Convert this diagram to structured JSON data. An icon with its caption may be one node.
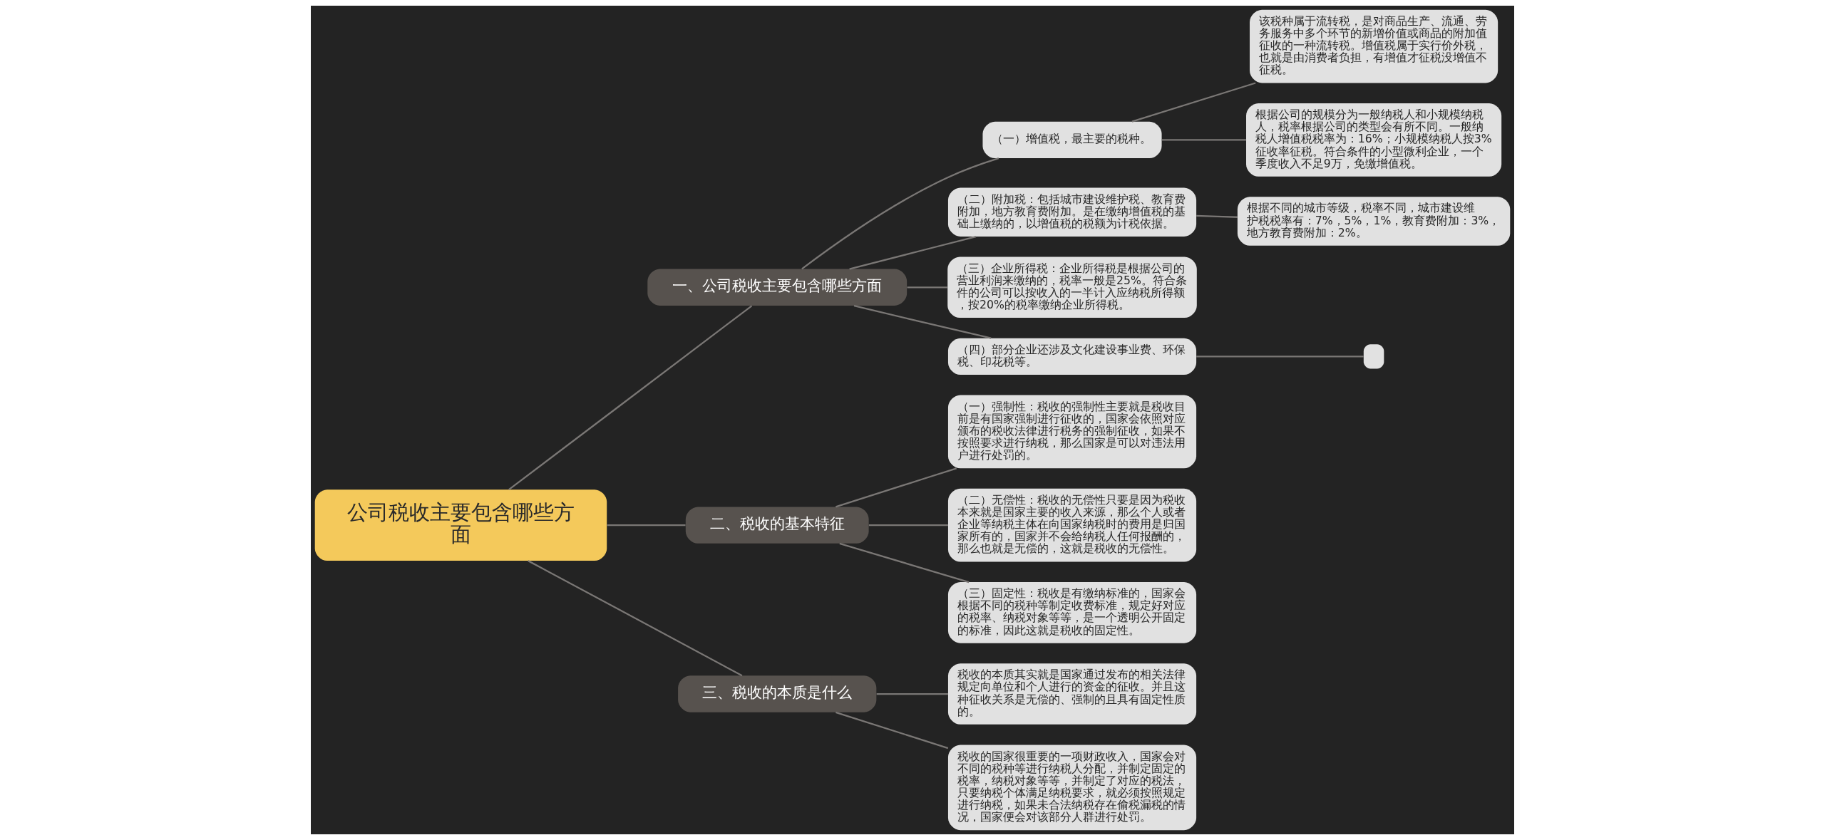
{
  "diagram": {
    "nodes": [
      {
        "text": [
          "公司税收主要包含哪些方面"
        ]
      },
      {
        "text": [
          "一、公司税收主要包含哪些方面"
        ]
      },
      {
        "text": [
          "（一）增值税，最主要的税种。"
        ]
      },
      {
        "text": [
          "该税种属于流转税，是对商品生产、流通、劳务服务中多个环节的新增价值或商品的附加值征收的一种流转税。增值税属于实行价外税，也就是由消费者负担，有增值才征税没增值不征税。"
        ]
      },
      {
        "text": [
          "根据公司的规模分为一般纳税人和小规模纳税人，税率根据公司的类型会有所不同。一般纳税人增值税税率为：16%；小规模纳税人按3%征收率征税。符合条件的小型微利企业，一个季度收入不足9万，免缴增值税。"
        ]
      },
      {
        "text": [
          "（二）附加税：包括城市建设维护税、教育费附加，地方教育费附加。是在缴纳增值税的基础上缴纳的，以增值税的税额为计税依据。"
        ]
      },
      {
        "text": [
          "根据不同的城市等级，税率不同，城市建设维护税税率有：7%，5%，1%，教育费附加：3%，地方教育费附加：2%。"
        ]
      },
      {
        "text": [
          "（三）企业所得税：企业所得税是根据公司的营业利润来缴纳的，税率一般是25%。符合条件的公司可以按收入的一半计入应纳税所得额，按20%的税率缴纳企业所得税。"
        ]
      },
      {
        "text": [
          "（四）部分企业还涉及文化建设事业费、环保税、印花税等。"
        ]
      },
      {
        "text": [],
        "shape": "box"
      },
      {
        "text": [
          "二、税收的基本特征"
        ]
      },
      {
        "text": [
          "（一）强制性：税收的强制性主要就是税收目前是有国家强制进行征收的，国家会依照对应颁布的税收法律进行税务的强制征收，如果不按照要求进行纳税，那么国家是可以对违法用户进行处罚的。"
        ]
      },
      {
        "text": [
          "（二）无偿性：税收的无偿性只要是因为税收本来就是国家主要的收入来源，那么个人或者企业等纳税主体在向国家纳税时的费用是归国家所有的，国家并不会给纳税人任何报酬的，那么也就是无偿的，这就是税收的无偿性。"
        ]
      },
      {
        "text": [
          "（三）固定性：税收是有缴纳标准的，国家会根据不同的税种等制定收费标准，规定好对应的税率、纳税对象等等，是一个透明公开固定的标准，因此这就是税收的固定性。"
        ]
      },
      {
        "text": [
          "三、税收的本质是什么"
        ]
      },
      {
        "text": [
          "税收的本质其实就是国家通过发布的相关法律规定向单位和个人进行的资金的征收。并且这种征收关系是无偿的、强制的且具有固定性质的。"
        ]
      },
      {
        "text": [
          "税收的国家很重要的一项财政收入，国家会对不同的税种等进行纳税人分配，并制定固定的税率，纳税对象等等，并制定了对应的税法，只要纳税个体满足纳税要求，就必须按照规定进行纳税，如果未合法纳税存在偷税漏税的情况，国家便会对该部分人群进行处罚。"
        ]
      }
    ],
    "edges": [
      {
        "from": 0,
        "to": 1,
        "arrow": "none"
      },
      {
        "from": 1,
        "to": 2,
        "arrow": "none"
      },
      {
        "from": 2,
        "to": 3,
        "arrow": "none"
      },
      {
        "from": 2,
        "to": 4,
        "arrow": "none"
      },
      {
        "from": 1,
        "to": 5,
        "arrow": "none"
      },
      {
        "from": 5,
        "to": 6,
        "arrow": "none"
      },
      {
        "from": 1,
        "to": 7,
        "arrow": "none"
      },
      {
        "from": 1,
        "to": 8,
        "arrow": "none"
      },
      {
        "from": 8,
        "to": 9,
        "arrow": "none"
      },
      {
        "from": 0,
        "to": 10,
        "arrow": "none"
      },
      {
        "from": 10,
        "to": 11,
        "arrow": "none"
      },
      {
        "from": 10,
        "to": 12,
        "arrow": "none"
      },
      {
        "from": 10,
        "to": 13,
        "arrow": "none"
      },
      {
        "from": 0,
        "to": 14,
        "arrow": "none"
      },
      {
        "from": 14,
        "to": 15,
        "arrow": "none"
      },
      {
        "from": 14,
        "to": 16,
        "arrow": "none"
      }
    ]
  }
}
